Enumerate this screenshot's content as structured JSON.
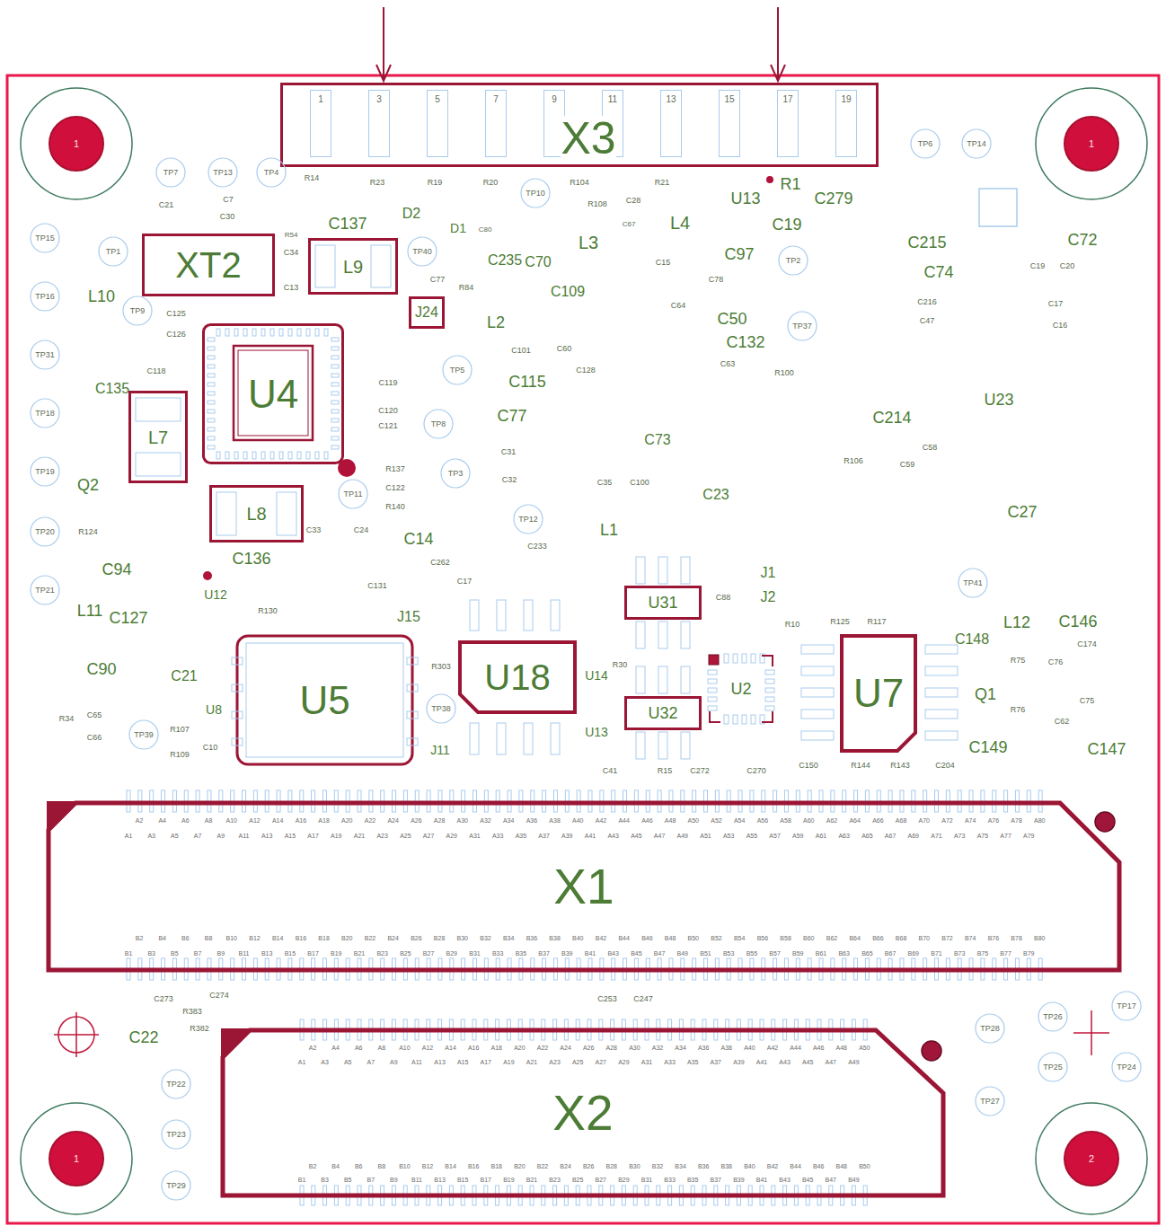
{
  "diagram": {
    "nodes": [
      {
        "text": [
          "X3"
        ]
      },
      {
        "text": [
          "1"
        ],
        "in": 0
      },
      {
        "text": [
          "3"
        ],
        "in": 0
      },
      {
        "text": [
          "5"
        ],
        "in": 0
      },
      {
        "text": [
          "7"
        ],
        "in": 0
      },
      {
        "text": [
          "9"
        ],
        "in": 0
      },
      {
        "text": [
          "11"
        ],
        "in": 0
      },
      {
        "text": [
          "13"
        ],
        "in": 0
      },
      {
        "text": [
          "15"
        ],
        "in": 0
      },
      {
        "text": [
          "17"
        ],
        "in": 0
      },
      {
        "text": [
          "19"
        ],
        "in": 0
      },
      {
        "text": [
          "1"
        ]
      },
      {
        "text": [
          "1"
        ]
      },
      {
        "text": [
          "TP7"
        ]
      },
      {
        "text": [
          "TP13"
        ]
      },
      {
        "text": [
          "TP4"
        ]
      },
      {
        "text": [
          "TP10"
        ]
      },
      {
        "text": [
          "TP6"
        ]
      },
      {
        "text": [
          "TP14"
        ]
      },
      {
        "text": [
          "TP15"
        ]
      },
      {
        "text": [
          "TP1"
        ]
      },
      {
        "text": [
          "XT2"
        ]
      },
      {
        "text": [
          "L9"
        ]
      },
      {
        "text": [
          "TP40"
        ]
      },
      {
        "text": [
          "TP2"
        ]
      },
      {
        "text": [
          "TP16"
        ]
      },
      {
        "text": [
          "TP9"
        ]
      },
      {
        "text": [
          "J24"
        ]
      },
      {
        "text": [
          "TP37"
        ]
      },
      {
        "text": [
          "U4"
        ]
      },
      {
        "text": [
          "TP31"
        ]
      },
      {
        "text": [
          "TP5"
        ]
      },
      {
        "text": [
          "TP18"
        ]
      },
      {
        "text": [
          "L7"
        ]
      },
      {
        "text": [
          "TP8"
        ]
      },
      {
        "text": [
          "TP19"
        ]
      },
      {
        "text": [
          "TP3"
        ]
      },
      {
        "text": [
          "TP11"
        ]
      },
      {
        "text": [
          "L8"
        ]
      },
      {
        "text": [
          "TP20"
        ]
      },
      {
        "text": [
          "TP12"
        ]
      },
      {
        "text": [
          "TP21"
        ]
      },
      {
        "text": [
          "TP41"
        ]
      },
      {
        "text": [
          "U31"
        ]
      },
      {
        "text": [
          "U5"
        ]
      },
      {
        "text": [
          "U18"
        ]
      },
      {
        "text": [
          "U2"
        ]
      },
      {
        "text": [
          "U7"
        ]
      },
      {
        "text": [
          "U32"
        ]
      },
      {
        "text": [
          "TP38"
        ]
      },
      {
        "text": [
          "TP39"
        ]
      },
      {
        "text": [
          "X1"
        ]
      },
      {
        "text": [
          "TP17"
        ]
      },
      {
        "text": [
          "TP26"
        ]
      },
      {
        "text": [
          "TP28"
        ]
      },
      {
        "text": [
          "TP25"
        ]
      },
      {
        "text": [
          "TP24"
        ]
      },
      {
        "text": [
          "X2"
        ]
      },
      {
        "text": [
          "TP22"
        ]
      },
      {
        "text": [
          "TP27"
        ]
      },
      {
        "text": [
          "TP23"
        ]
      },
      {
        "text": [
          "1"
        ]
      },
      {
        "text": [
          "2"
        ]
      },
      {
        "text": [
          "TP29"
        ]
      }
    ],
    "labels": [
      "R14",
      "R23",
      "R19",
      "R20",
      "R104",
      "R21",
      "R108",
      "C28",
      "U13",
      "R1",
      "C279",
      "C19",
      "C21",
      "C7",
      "C30",
      "C137",
      "D2",
      "D1",
      "C80",
      "C235",
      "C70",
      "L3",
      "C67",
      "L4",
      "C97",
      "C215",
      "C72",
      "R54",
      "C34",
      "C13",
      "C77",
      "R84",
      "C109",
      "C15",
      "C78",
      "C74",
      "C19",
      "C20",
      "C216",
      "C17",
      "C47",
      "C16",
      "L10",
      "C125",
      "C126",
      "L2",
      "C64",
      "C50",
      "C132",
      "C101",
      "C60",
      "C63",
      "C118",
      "C135",
      "C119",
      "C115",
      "C128",
      "R100",
      "C120",
      "C121",
      "C77",
      "C73",
      "C214",
      "U23",
      "C58",
      "C59",
      "R106",
      "C31",
      "C32",
      "C35",
      "C100",
      "R137",
      "C122",
      "R140",
      "Q2",
      "C23",
      "C27",
      "R124",
      "C33",
      "C24",
      "C14",
      "L1",
      "C233",
      "C94",
      "C136",
      "C262",
      "U12",
      "C131",
      "C17",
      "J1",
      "J2",
      "C88",
      "L11",
      "C127",
      "R130",
      "J15",
      "R10",
      "R125",
      "R117",
      "C148",
      "L12",
      "C146",
      "C174",
      "C90",
      "C21",
      "R303",
      "R30",
      "U14",
      "C76",
      "R75",
      "R76",
      "Q1",
      "C62",
      "C75",
      "C149",
      "C147",
      "U8",
      "U13",
      "J11",
      "C65",
      "C66",
      "R34",
      "R107",
      "R109",
      "C10",
      "C41",
      "R15",
      "C272",
      "C270",
      "C150",
      "R144",
      "R143",
      "C204",
      "C273",
      "C274",
      "R383",
      "R382",
      "C22",
      "C253",
      "C247",
      "A2",
      "A4",
      "A6",
      "A8",
      "A10",
      "A12",
      "A14",
      "A16",
      "A18",
      "A20",
      "A22",
      "A24",
      "A26",
      "A28",
      "A30",
      "A32",
      "A34",
      "A36",
      "A38",
      "A40",
      "A42",
      "A44",
      "A46",
      "A48",
      "A50",
      "A52",
      "A54",
      "A56",
      "A58",
      "A60",
      "A62",
      "A64",
      "A66",
      "A68",
      "A70",
      "A72",
      "A74",
      "A76",
      "A78",
      "A80",
      "A1",
      "A3",
      "A5",
      "A7",
      "A9",
      "A11",
      "A13",
      "A15",
      "A17",
      "A19",
      "A21",
      "A23",
      "A25",
      "A27",
      "A29",
      "A31",
      "A33",
      "A35",
      "A37",
      "A39",
      "A41",
      "A43",
      "A45",
      "A47",
      "A49",
      "A51",
      "A53",
      "A55",
      "A57",
      "A59",
      "A61",
      "A63",
      "A65",
      "A67",
      "A69",
      "A71",
      "A73",
      "A75",
      "A77",
      "A79",
      "B2",
      "B4",
      "B6",
      "B8",
      "B10",
      "B12",
      "B14",
      "B16",
      "B18",
      "B20",
      "B22",
      "B24",
      "B26",
      "B28",
      "B30",
      "B32",
      "B34",
      "B36",
      "B38",
      "B40",
      "B42",
      "B44",
      "B46",
      "B48",
      "B50",
      "B52",
      "B54",
      "B56",
      "B58",
      "B60",
      "B62",
      "B64",
      "B66",
      "B68",
      "B70",
      "B72",
      "B74",
      "B76",
      "B78",
      "B80",
      "B1",
      "B3",
      "B5",
      "B7",
      "B9",
      "B11",
      "B13",
      "B15",
      "B17",
      "B19",
      "B21",
      "B23",
      "B25",
      "B27",
      "B29",
      "B31",
      "B33",
      "B35",
      "B37",
      "B39",
      "B41",
      "B43",
      "B45",
      "B47",
      "B49",
      "B51",
      "B53",
      "B55",
      "B57",
      "B59",
      "B61",
      "B63",
      "B65",
      "B67",
      "B69",
      "B71",
      "B73",
      "B75",
      "B77",
      "B79",
      "A2",
      "A4",
      "A6",
      "A8",
      "A10",
      "A12",
      "A14",
      "A16",
      "A18",
      "A20",
      "A22",
      "A24",
      "A26",
      "A28",
      "A30",
      "A32",
      "A34",
      "A36",
      "A38",
      "A40",
      "A42",
      "A44",
      "A46",
      "A48",
      "A50",
      "A1",
      "A3",
      "A5",
      "A7",
      "A9",
      "A11",
      "A13",
      "A15",
      "A17",
      "A19",
      "A21",
      "A23",
      "A25",
      "A27",
      "A29",
      "A31",
      "A33",
      "A35",
      "A37",
      "A39",
      "A41",
      "A43",
      "A45",
      "A47",
      "A49",
      "B2",
      "B4",
      "B6",
      "B8",
      "B10",
      "B12",
      "B14",
      "B16",
      "B18",
      "B20",
      "B22",
      "B24",
      "B26",
      "B28",
      "B30",
      "B32",
      "B34",
      "B36",
      "B38",
      "B40",
      "B42",
      "B44",
      "B46",
      "B48",
      "B50",
      "B1",
      "B3",
      "B5",
      "B7",
      "B9",
      "B11",
      "B13",
      "B15",
      "B17",
      "B19",
      "B21",
      "B23",
      "B25",
      "B27",
      "B29",
      "B31",
      "B33",
      "B35",
      "B37",
      "B39",
      "B41",
      "B43",
      "B45",
      "B47",
      "B49"
    ]
  }
}
